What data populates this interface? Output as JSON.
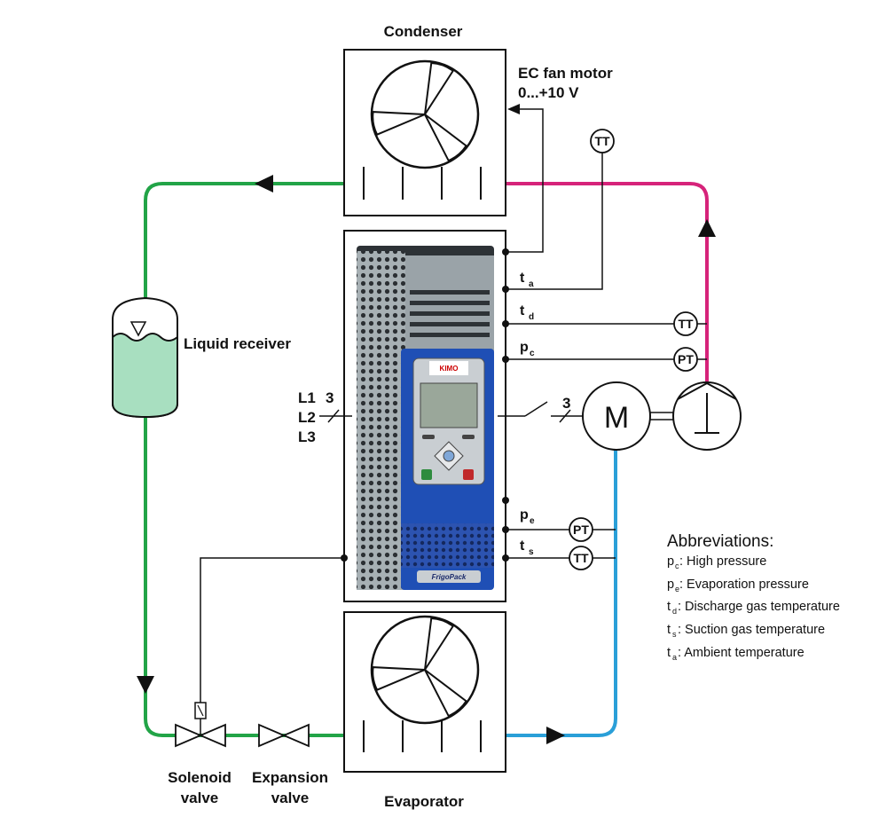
{
  "components": {
    "condenser": "Condenser",
    "evaporator": "Evaporator",
    "liquid_receiver": "Liquid receiver",
    "fan_motor_line1": "EC fan motor",
    "fan_motor_line2": "0...+10 V",
    "solenoid_line1": "Solenoid",
    "solenoid_line2": "valve",
    "expansion_line1": "Expansion",
    "expansion_line2": "valve",
    "motor": "M"
  },
  "supply": {
    "l1": "L1",
    "l2": "L2",
    "l3": "L3",
    "phases": "3",
    "motor_phases": "3"
  },
  "signals": [
    {
      "base": "t",
      "sub": "a"
    },
    {
      "base": "t",
      "sub": "d"
    },
    {
      "base": "p",
      "sub": "c"
    },
    {
      "base": "p",
      "sub": "e"
    },
    {
      "base": "t",
      "sub": "s"
    }
  ],
  "instruments": {
    "tt": "TT",
    "pt": "PT"
  },
  "drive": {
    "brand": "KIMO",
    "model": "FrigoPack"
  },
  "abbreviations": {
    "title": "Abbreviations:",
    "items": [
      {
        "base": "p",
        "sub": "c",
        "text": ": High pressure"
      },
      {
        "base": "p",
        "sub": "e",
        "text": ": Evaporation pressure"
      },
      {
        "base": "t",
        "sub": "d",
        "text": ":  Discharge gas temperature"
      },
      {
        "base": "t",
        "sub": "s",
        "text": ":  Suction gas temperature"
      },
      {
        "base": "t",
        "sub": "a",
        "text": ":  Ambient temperature"
      }
    ]
  },
  "colors": {
    "liquid_line": "#22a447",
    "discharge_line": "#d6237a",
    "suction_line": "#2a9fd8",
    "receiver_fill": "#a8dfc0",
    "drive_blue": "#1f4fb5",
    "drive_grey": "#9aa3a8"
  }
}
